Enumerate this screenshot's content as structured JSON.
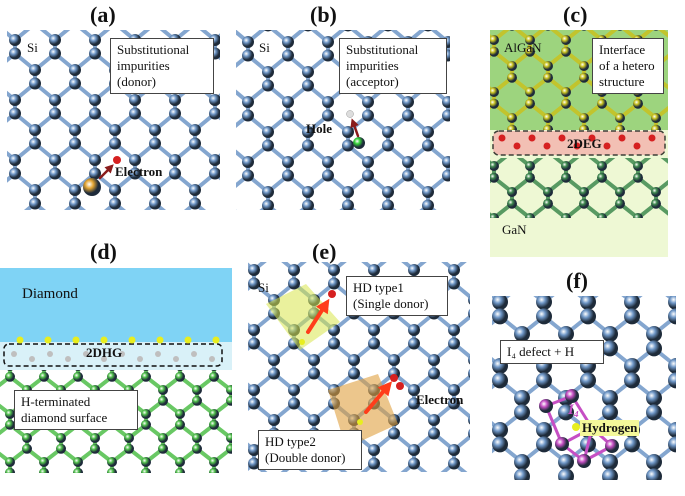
{
  "panels": {
    "a": {
      "label": "(a)",
      "material": "Si",
      "box": [
        "Substitutional",
        "impurities",
        "(donor)"
      ],
      "tag": "Electron"
    },
    "b": {
      "label": "(b)",
      "material": "Si",
      "box": [
        "Substitutional",
        "impurities",
        "(acceptor)"
      ],
      "tag": "Hole"
    },
    "c": {
      "label": "(c)",
      "top_material": "AlGaN",
      "box": [
        "Interface",
        "of a hetero",
        "structure"
      ],
      "band": "2DEG",
      "bottom_material": "GaN"
    },
    "d": {
      "label": "(d)",
      "top_material": "Diamond",
      "band": "2DHG",
      "box": [
        "H-terminated",
        "diamond surface"
      ]
    },
    "e": {
      "label": "(e)",
      "material": "Si",
      "box1": [
        "HD type1",
        "(Single donor)"
      ],
      "box2": [
        "HD type2",
        "(Double donor)"
      ],
      "tag": "Electron"
    },
    "f": {
      "label": "(f)",
      "box": "I₄ defect + H",
      "defect_label": "I₄",
      "tag": "Hydrogen"
    }
  },
  "colors": {
    "si_atom": "#6f97c7",
    "donor": "#e3a531",
    "acceptor": "#37d43a",
    "electron": "#d62020",
    "al_ga": "#c9c21f",
    "gan": "#3f8a4f",
    "diamond_bg": "#7fd3f5",
    "diamond_atom": "#4fbf4a",
    "defect": "#c64fc4",
    "hydrogen": "#e8ee20",
    "arrow": "#ff3d1a"
  }
}
